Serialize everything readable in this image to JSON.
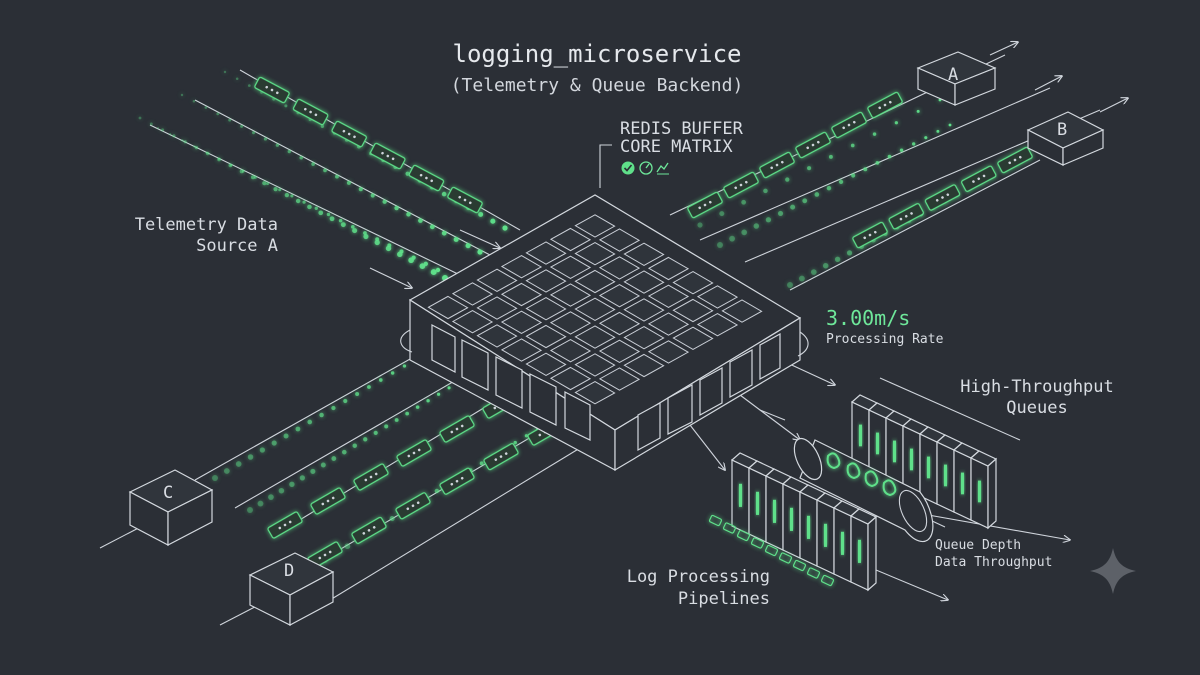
{
  "title": "logging_microservice",
  "subtitle": "(Telemetry & Queue Backend)",
  "core": {
    "line1": "REDIS BUFFER",
    "line2": "CORE MATRIX"
  },
  "source_label": {
    "line1": "Telemetry Data",
    "line2": "Source A"
  },
  "metric": {
    "value": "3.00m/s",
    "label": "Processing Rate"
  },
  "queues_label": {
    "line1": "High-Throughput",
    "line2": "Queues"
  },
  "queue_metrics": {
    "line1": "Queue Depth",
    "line2": "Data Throughput"
  },
  "pipelines_label": {
    "line1": "Log Processing",
    "line2": "Pipelines"
  },
  "nodes": {
    "a": "A",
    "b": "B",
    "c": "C",
    "d": "D"
  },
  "colors": {
    "background": "#2b2f36",
    "accent": "#5fe08a",
    "stroke": "#cfd4db"
  },
  "icons": [
    "check-circle-icon",
    "gauge-icon",
    "chart-up-icon",
    "sparkle-icon"
  ]
}
